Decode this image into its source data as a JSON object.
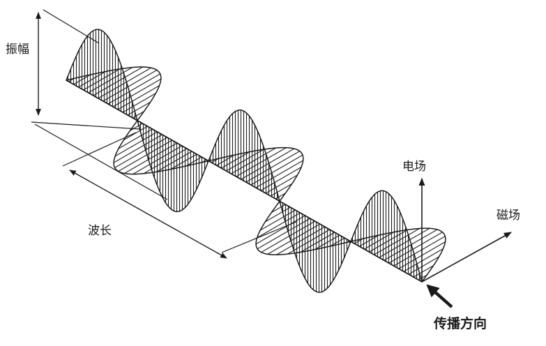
{
  "labels": {
    "amplitude": "振幅",
    "wavelength": "波长",
    "electric_field": "电场",
    "magnetic_field": "磁场",
    "propagation_direction": "传播方向"
  },
  "colors": {
    "ink": "#1a1a1a",
    "background": "#ffffff"
  },
  "icons": {
    "arrow": "arrow-icon"
  }
}
